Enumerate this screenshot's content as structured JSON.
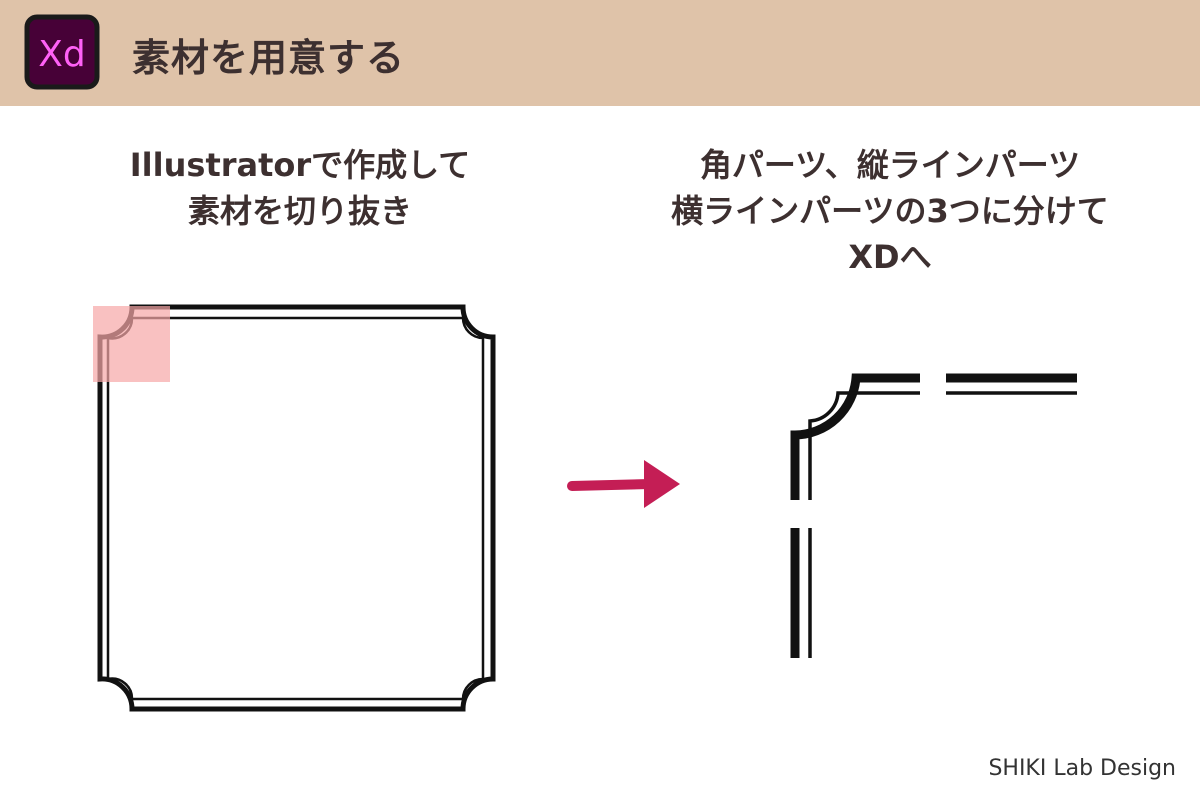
{
  "header": {
    "app_icon_label": "Xd",
    "title": "素材を用意する"
  },
  "left_caption": {
    "line1": "Illustratorで作成して",
    "line2": "素材を切り抜き"
  },
  "right_caption": {
    "line1": "角パーツ、縦ラインパーツ",
    "line2": "横ラインパーツの3つに分けて",
    "line3": "XDへ"
  },
  "credit": "SHIKI Lab Design",
  "colors": {
    "header_bg": "#dfc3a9",
    "xd_bg": "#470137",
    "xd_text": "#ff61f6",
    "arrow": "#c41e55",
    "highlight": "#f7a6a6",
    "frame": "#111111"
  },
  "icons": {
    "app": "adobe-xd-icon",
    "arrow": "arrow-right-icon"
  }
}
